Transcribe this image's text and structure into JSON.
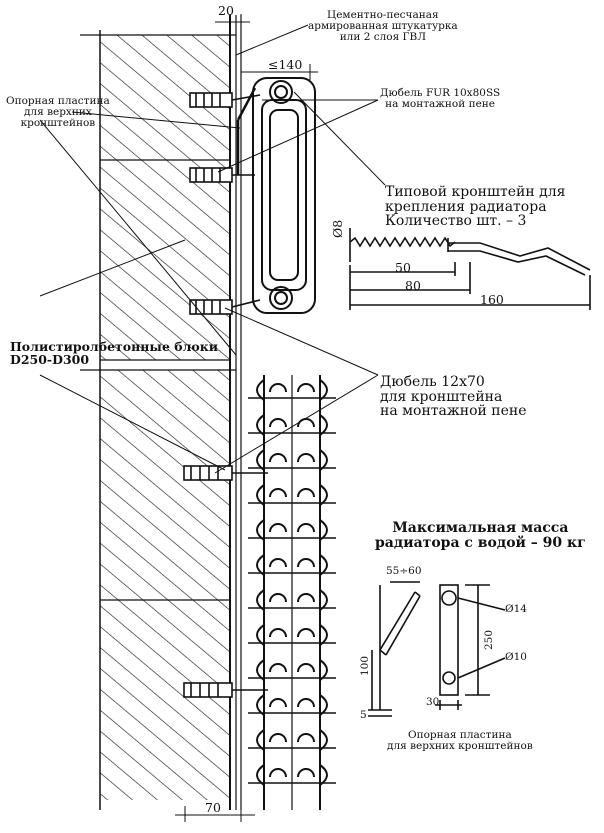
{
  "notes": {
    "plaster": [
      "Цементно-песчаная",
      "армированная штукатурка",
      "или 2 слоя ГВЛ"
    ],
    "plate_top": [
      "Опорная пластина",
      "для верхних",
      "кронштейнов"
    ],
    "dowel_fur": [
      "Дюбель FUR 10x80SS",
      "на монтажной пене"
    ],
    "bracket": [
      "Типовой кронштейн для",
      "крепления радиатора",
      "Количество шт. – 3"
    ],
    "blocks": [
      "Полистиролбетонные блоки",
      "D250-D300"
    ],
    "dowel_12": [
      "Дюбель 12х70",
      "для кронштейна",
      "на монтажной пене"
    ],
    "mass": [
      "Максимальная масса",
      "радиатора с водой – 90 кг"
    ],
    "plate_bottom": [
      "Опорная пластина",
      "для верхних кронштейнов"
    ]
  },
  "dims": {
    "d20": "20",
    "d140": "≤140",
    "d8": "Ø8",
    "d50": "50",
    "d80": "80",
    "d160": "160",
    "d55_60": "55÷60",
    "d14": "Ø14",
    "d250": "250",
    "d10": "Ø10",
    "d100": "100",
    "d5": "5",
    "d30": "30",
    "d70": "70"
  }
}
